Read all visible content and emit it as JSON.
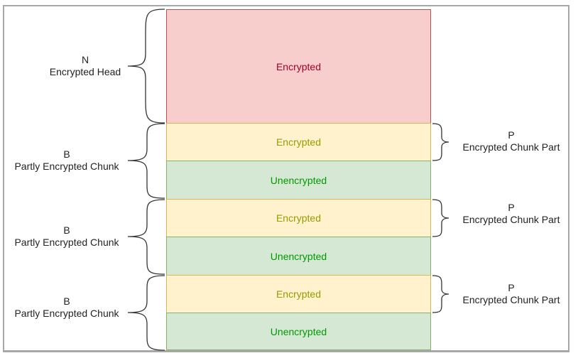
{
  "blocks": [
    {
      "text": "Encrypted",
      "kind": "red"
    },
    {
      "text": "Encrypted",
      "kind": "yellow"
    },
    {
      "text": "Unencrypted",
      "kind": "green"
    },
    {
      "text": "Encrypted",
      "kind": "yellow"
    },
    {
      "text": "Unencrypted",
      "kind": "green"
    },
    {
      "text": "Encrypted",
      "kind": "yellow"
    },
    {
      "text": "Unencrypted",
      "kind": "green"
    }
  ],
  "left_labels": [
    {
      "symbol": "N",
      "text": "Encrypted Head"
    },
    {
      "symbol": "B",
      "text": "Partly Encrypted Chunk"
    },
    {
      "symbol": "B",
      "text": "Partly Encrypted Chunk"
    },
    {
      "symbol": "B",
      "text": "Partly Encrypted Chunk"
    }
  ],
  "right_labels": [
    {
      "symbol": "P",
      "text": "Encrypted Chunk Part"
    },
    {
      "symbol": "P",
      "text": "Encrypted Chunk Part"
    },
    {
      "symbol": "P",
      "text": "Encrypted Chunk Part"
    }
  ],
  "colors": {
    "red_fill": "#f8cecc",
    "yellow_fill": "#fff2cc",
    "green_fill": "#d5e8d4",
    "brace": "#333333"
  }
}
